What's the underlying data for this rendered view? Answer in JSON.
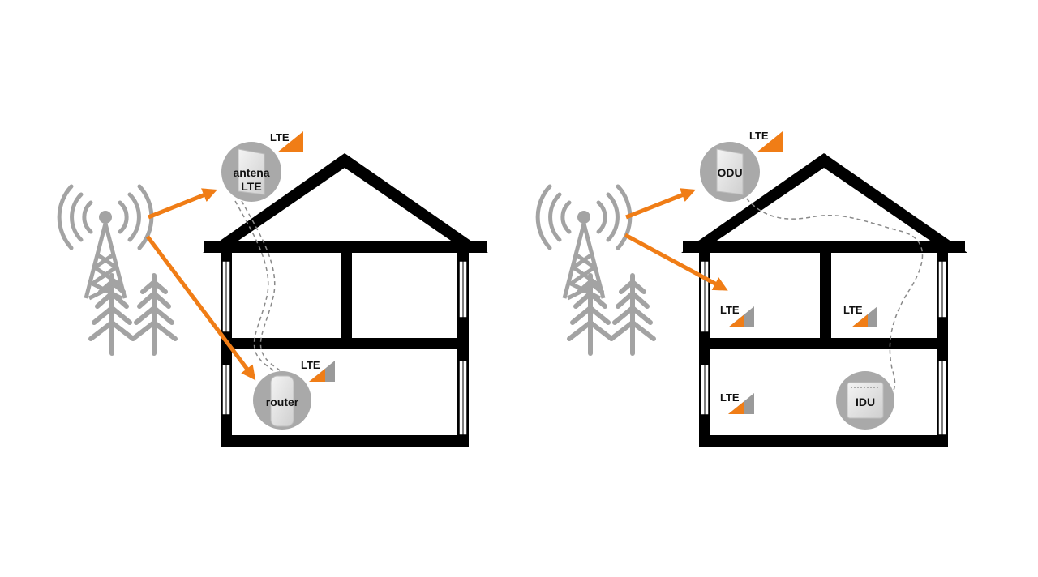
{
  "colors": {
    "accent": "#f07d16",
    "signal_gray": "#9a9a9a",
    "tower_gray": "#a3a3a3",
    "wall": "#000000",
    "device_circle": "#a9a9a9",
    "cable": "#8a8a8a"
  },
  "left_scene": {
    "antenna": {
      "label_line1": "antena",
      "label_line2": "LTE",
      "badge": "LTE"
    },
    "router": {
      "label": "router",
      "badge": "LTE"
    }
  },
  "right_scene": {
    "odu": {
      "label": "ODU",
      "badge": "LTE"
    },
    "idu": {
      "label": "IDU"
    },
    "room_badges": [
      "LTE",
      "LTE",
      "LTE"
    ]
  },
  "icons": [
    "cell-tower-icon",
    "pine-tree-icon",
    "house-cross-section-icon",
    "lte-signal-icon",
    "outdoor-antenna-icon",
    "router-icon"
  ]
}
